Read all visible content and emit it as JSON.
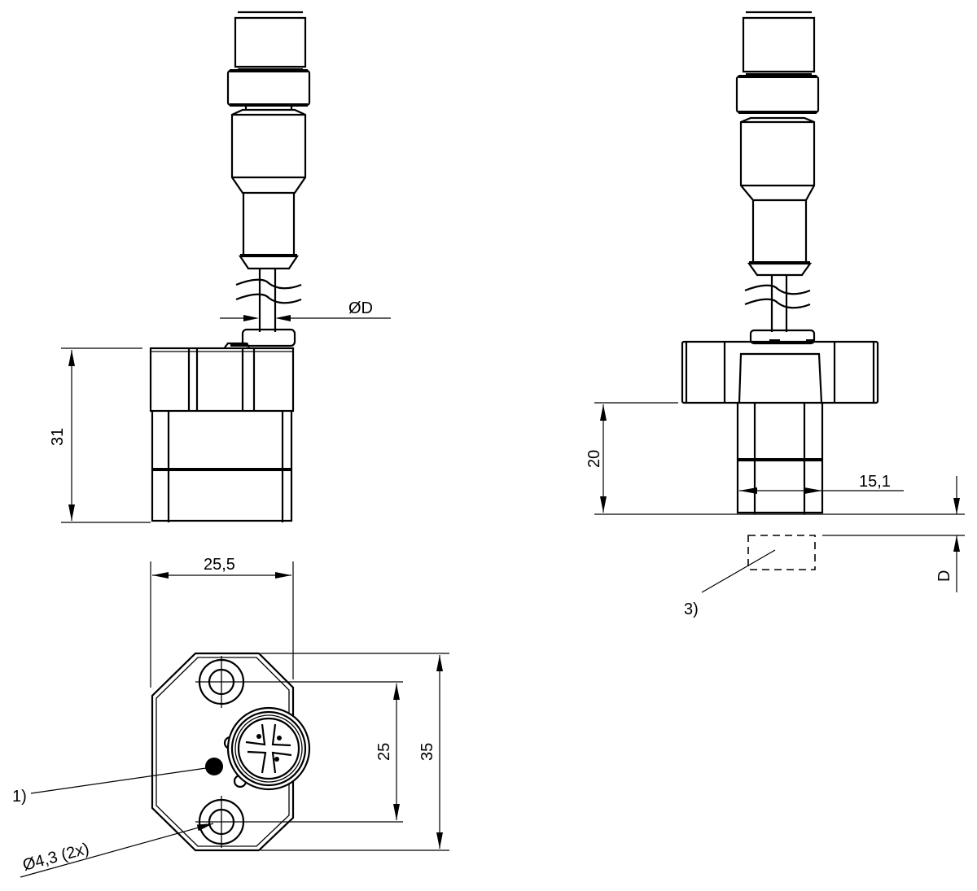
{
  "drawing": {
    "cable_diameter_label": "ØD",
    "height_label": "31",
    "width_label": "25,5",
    "hole_spacing_label": "25",
    "total_length_label": "35",
    "note_1_label": "1)",
    "hole_label": "Ø4,3 (2x)",
    "mount_height_label": "20",
    "stem_width_label": "15,1",
    "distance_label": "D",
    "note_3_label": "3)"
  }
}
